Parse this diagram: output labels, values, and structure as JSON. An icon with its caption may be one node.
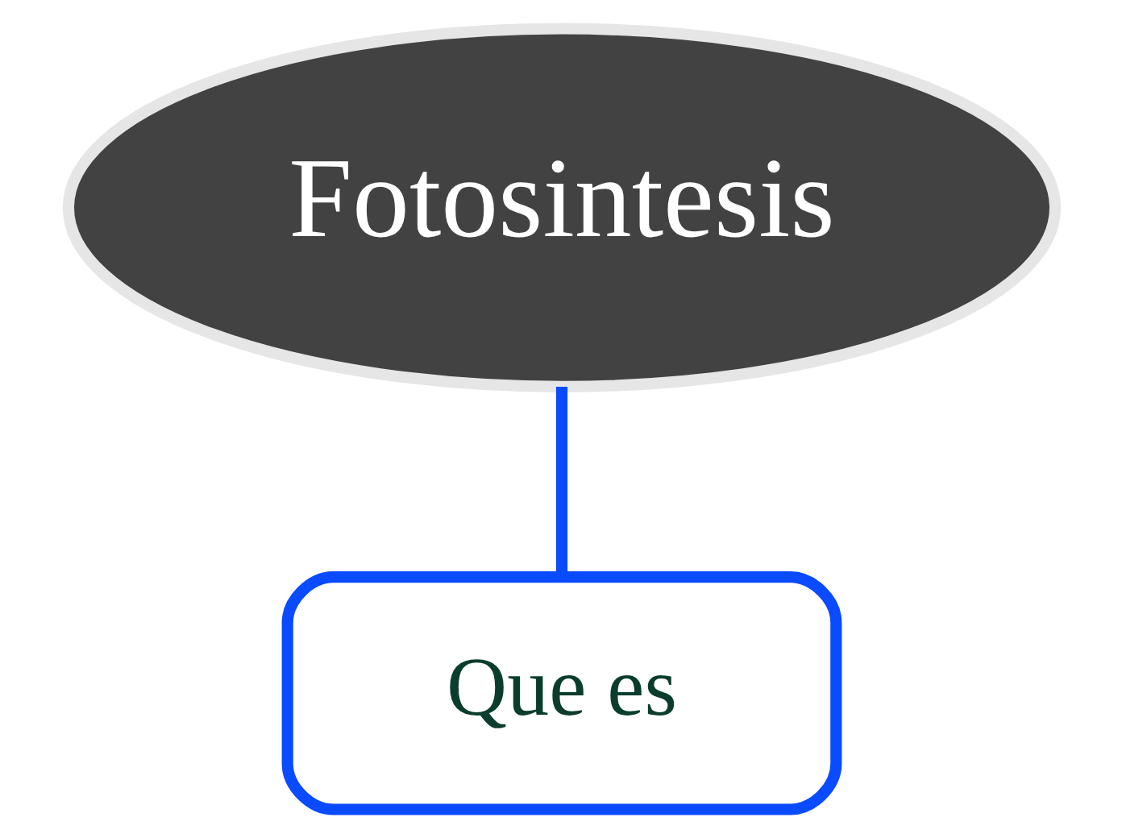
{
  "diagram": {
    "nodes": [
      {
        "text": [
          "Fotosintesis"
        ]
      },
      {
        "text": [
          "Que es"
        ]
      }
    ],
    "edges": [
      {
        "from": 0,
        "to": 1,
        "arrow": "none"
      }
    ]
  }
}
